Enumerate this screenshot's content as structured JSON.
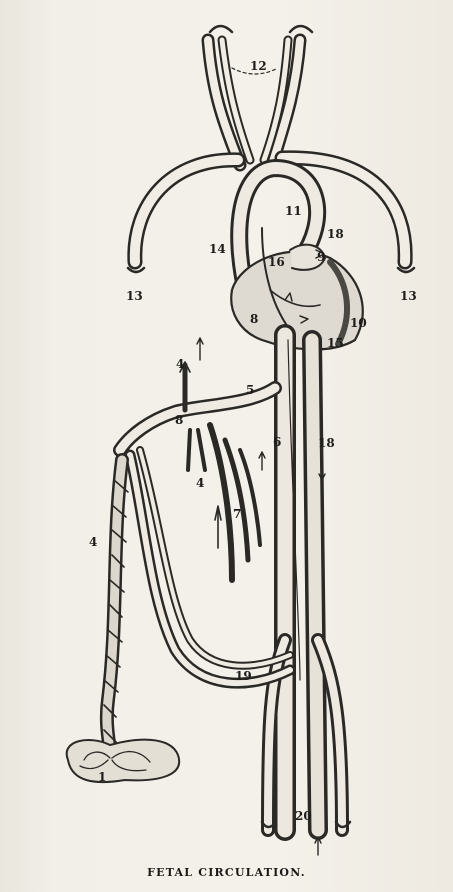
{
  "figure": {
    "caption": "FETAL CIRCULATION.",
    "labels": {
      "l1": "1",
      "l4a": "4",
      "l4b": "4",
      "l4c": "4",
      "l5": "5",
      "l6": "6",
      "l7": "7",
      "l8a": "8",
      "l8b": "8",
      "l9": "9",
      "l10": "10",
      "l11": "11",
      "l12": "12",
      "l13a": "13",
      "l13b": "13",
      "l14": "14",
      "l15": "15",
      "l16": "16",
      "l18a": "18",
      "l18b": "18",
      "l19": "19",
      "l20": "20"
    }
  }
}
